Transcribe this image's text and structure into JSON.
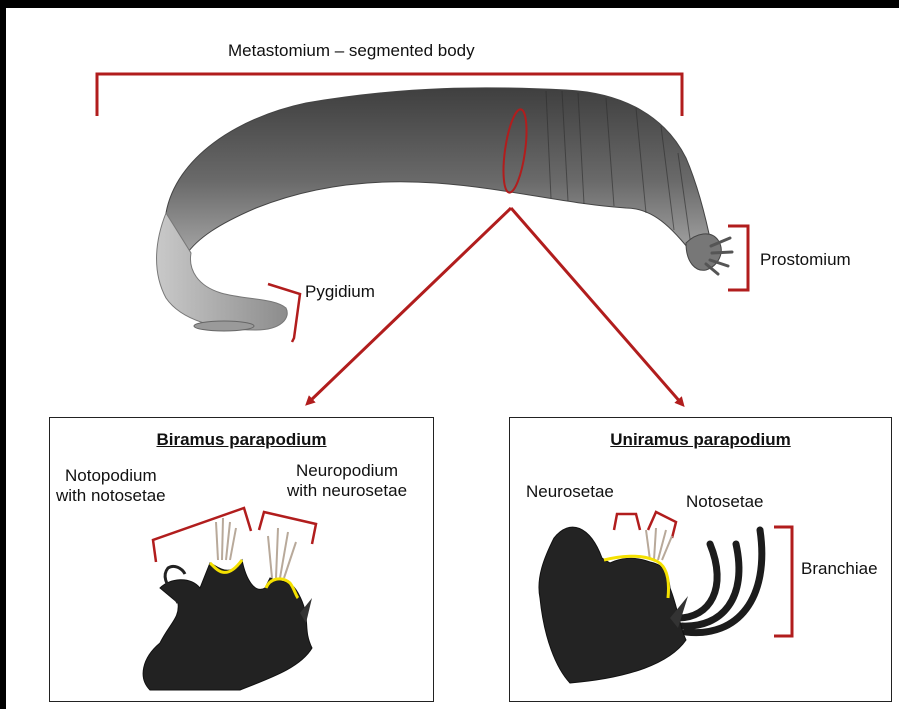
{
  "labels": {
    "metastomium": "Metastomium – segmented body",
    "prostomium": "Prostomium",
    "pygidium": "Pygidium"
  },
  "biramus": {
    "title": "Biramus parapodium",
    "notopodium": "Notopodium\nwith notosetae",
    "neuropodium": "Neuropodium\nwith neurosetae"
  },
  "uniramus": {
    "title": "Uniramus parapodium",
    "neurosetae": "Neurosetae",
    "notosetae": "Notosetae",
    "branchiae": "Branchiae"
  },
  "colors": {
    "bracket": "#b11d1d",
    "highlight": "#f5e100",
    "body": "#8a8a8a"
  }
}
